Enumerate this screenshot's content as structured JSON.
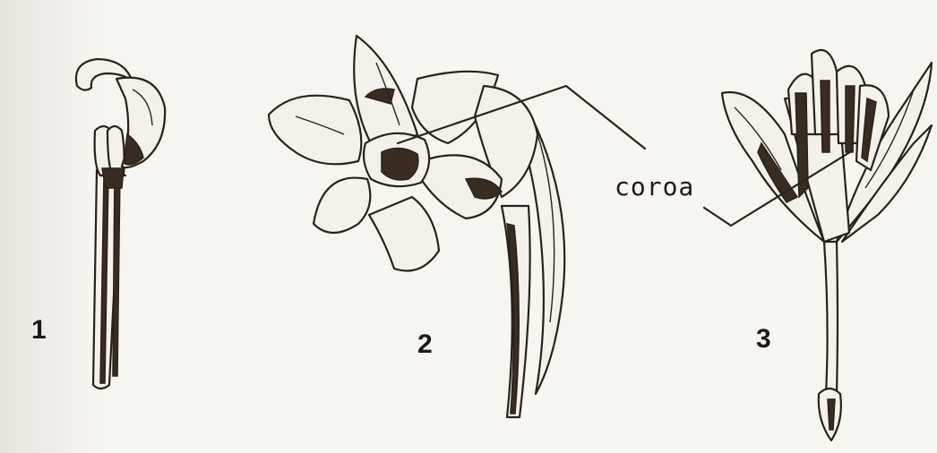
{
  "figures": [
    {
      "number": "1"
    },
    {
      "number": "2"
    },
    {
      "number": "3"
    }
  ],
  "annotation": {
    "label": "coroa"
  }
}
